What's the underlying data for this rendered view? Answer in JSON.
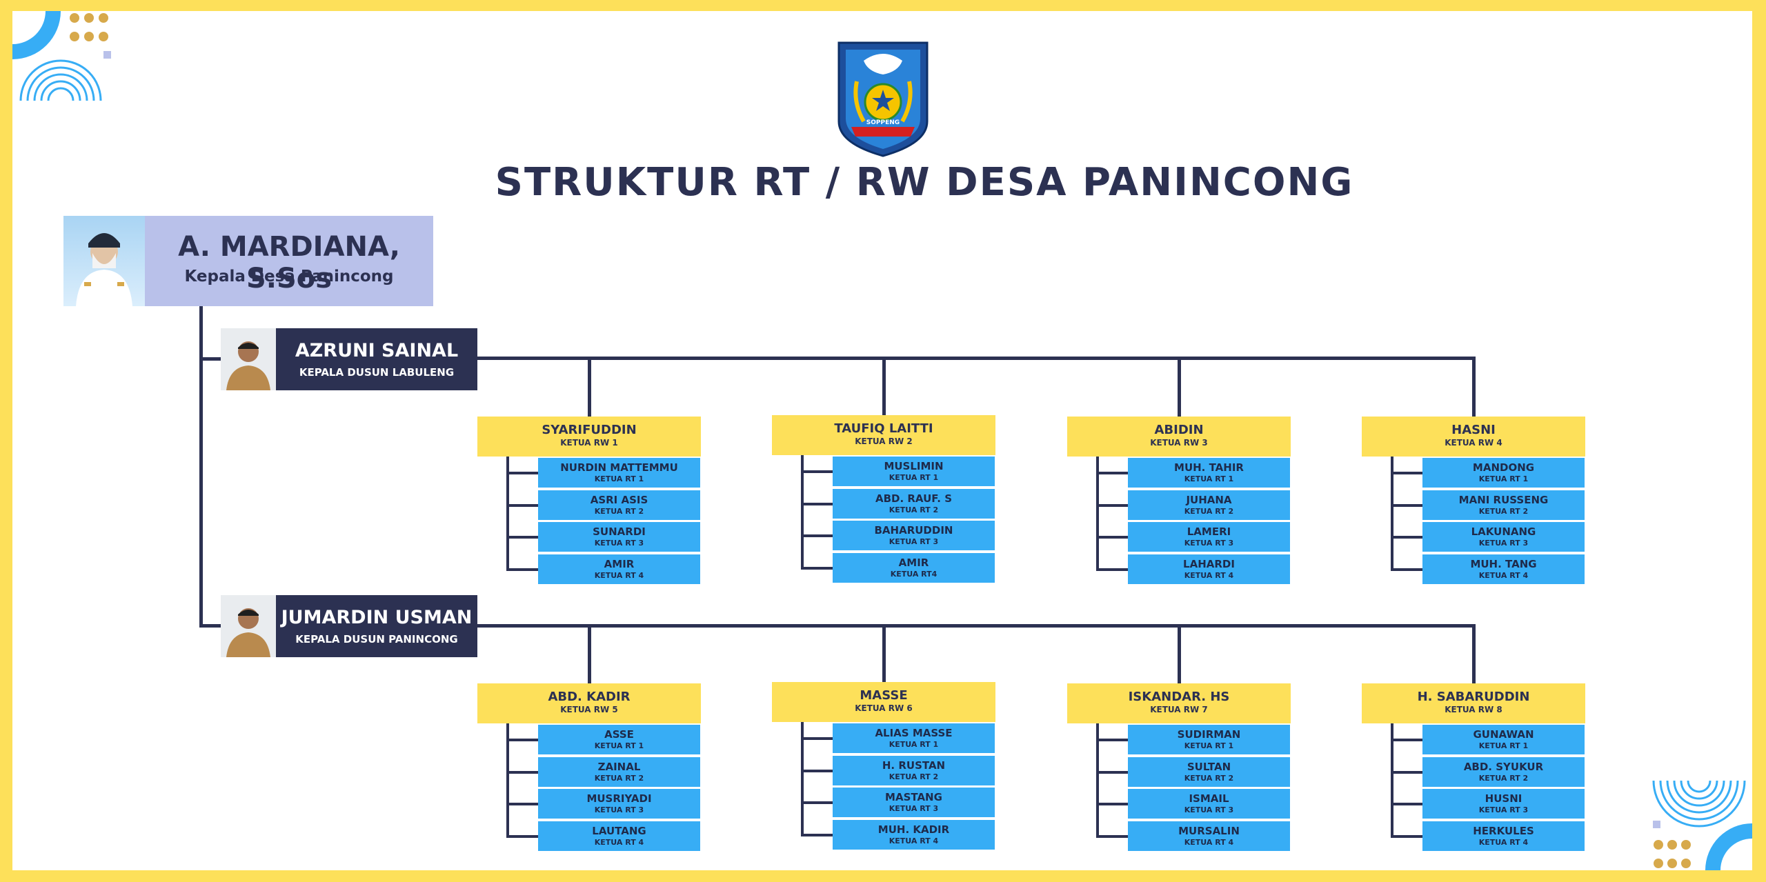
{
  "page": {
    "title": "STRUKTUR RT / RW DESA PANINCONG",
    "emblem_label": "SOPPENG"
  },
  "kepala_desa": {
    "name": "A. MARDIANA, S.Sos",
    "title": "Kepala Desa Panincong"
  },
  "dusun": [
    {
      "name": "AZRUNI SAINAL",
      "title": "KEPALA DUSUN LABULENG",
      "rw": [
        {
          "name": "SYARIFUDDIN",
          "role": "KETUA RW 1",
          "rt": [
            {
              "name": "NURDIN MATTEMMU",
              "role": "KETUA RT 1"
            },
            {
              "name": "ASRI ASIS",
              "role": "KETUA RT 2"
            },
            {
              "name": "SUNARDI",
              "role": "KETUA RT 3"
            },
            {
              "name": "AMIR",
              "role": "KETUA RT 4"
            }
          ]
        },
        {
          "name": "TAUFIQ LAITTI",
          "role": "KETUA RW 2",
          "rt": [
            {
              "name": "MUSLIMIN",
              "role": "KETUA RT 1"
            },
            {
              "name": "ABD. RAUF. S",
              "role": "KETUA RT 2"
            },
            {
              "name": "BAHARUDDIN",
              "role": "KETUA RT 3"
            },
            {
              "name": "AMIR",
              "role": "KETUA RT4"
            }
          ]
        },
        {
          "name": "ABIDIN",
          "role": "KETUA RW 3",
          "rt": [
            {
              "name": "MUH. TAHIR",
              "role": "KETUA RT 1"
            },
            {
              "name": "JUHANA",
              "role": "KETUA RT 2"
            },
            {
              "name": "LAMERI",
              "role": "KETUA RT 3"
            },
            {
              "name": "LAHARDI",
              "role": "KETUA RT 4"
            }
          ]
        },
        {
          "name": "HASNI",
          "role": "KETUA RW 4",
          "rt": [
            {
              "name": "MANDONG",
              "role": "KETUA RT 1"
            },
            {
              "name": "MANI RUSSENG",
              "role": "KETUA RT 2"
            },
            {
              "name": "LAKUNANG",
              "role": "KETUA RT 3"
            },
            {
              "name": "MUH. TANG",
              "role": "KETUA RT 4"
            }
          ]
        }
      ]
    },
    {
      "name": "JUMARDIN USMAN",
      "title": "KEPALA DUSUN PANINCONG",
      "rw": [
        {
          "name": "ABD. KADIR",
          "role": "KETUA RW 5",
          "rt": [
            {
              "name": "ASSE",
              "role": "KETUA RT 1"
            },
            {
              "name": "ZAINAL",
              "role": "KETUA RT 2"
            },
            {
              "name": "MUSRIYADI",
              "role": "KETUA RT 3"
            },
            {
              "name": "LAUTANG",
              "role": "KETUA RT 4"
            }
          ]
        },
        {
          "name": "MASSE",
          "role": "KETUA RW 6",
          "rt": [
            {
              "name": "ALIAS MASSE",
              "role": "KETUA RT 1"
            },
            {
              "name": "H. RUSTAN",
              "role": "KETUA RT 2"
            },
            {
              "name": "MASTANG",
              "role": "KETUA RT 3"
            },
            {
              "name": "MUH. KADIR",
              "role": "KETUA RT 4"
            }
          ]
        },
        {
          "name": "ISKANDAR. HS",
          "role": "KETUA RW 7",
          "rt": [
            {
              "name": "SUDIRMAN",
              "role": "KETUA RT 1"
            },
            {
              "name": "SULTAN",
              "role": "KETUA RT 2"
            },
            {
              "name": "ISMAIL",
              "role": "KETUA RT 3"
            },
            {
              "name": "MURSALIN",
              "role": "KETUA RT 4"
            }
          ]
        },
        {
          "name": "H. SABARUDDIN",
          "role": "KETUA RW 8",
          "rt": [
            {
              "name": "GUNAWAN",
              "role": "KETUA RT 1"
            },
            {
              "name": "ABD. SYUKUR",
              "role": "KETUA RT 2"
            },
            {
              "name": "HUSNI",
              "role": "KETUA RT 3"
            },
            {
              "name": "HERKULES",
              "role": "KETUA RT 4"
            }
          ]
        }
      ]
    }
  ],
  "colors": {
    "border": "#fde05a",
    "navy": "#2c3152",
    "rw_box": "#fde05a",
    "rt_box": "#37adf5",
    "head_box": "#b9c1ea"
  }
}
